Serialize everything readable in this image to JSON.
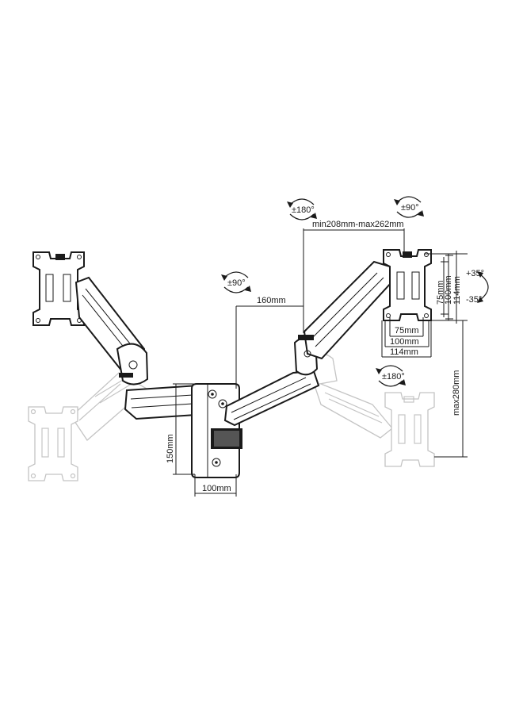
{
  "dimensions": {
    "rot_monitor_right": "±90°",
    "rot_arm_top": "±180°",
    "rot_arm_left": "±90°",
    "rot_arm_lower": "±180°",
    "tilt_up": "+35°",
    "tilt_down": "-35°",
    "arm_length": "min208mm-max262mm",
    "first_arm": "160mm",
    "vesa_75_h": "75mm",
    "vesa_100_h": "100mm",
    "vesa_114_h": "114mm",
    "vesa_75_w": "75mm",
    "vesa_100_w": "100mm",
    "vesa_114_w": "114mm",
    "height_adjust": "max280mm",
    "plate_height": "150mm",
    "plate_width": "100mm"
  }
}
